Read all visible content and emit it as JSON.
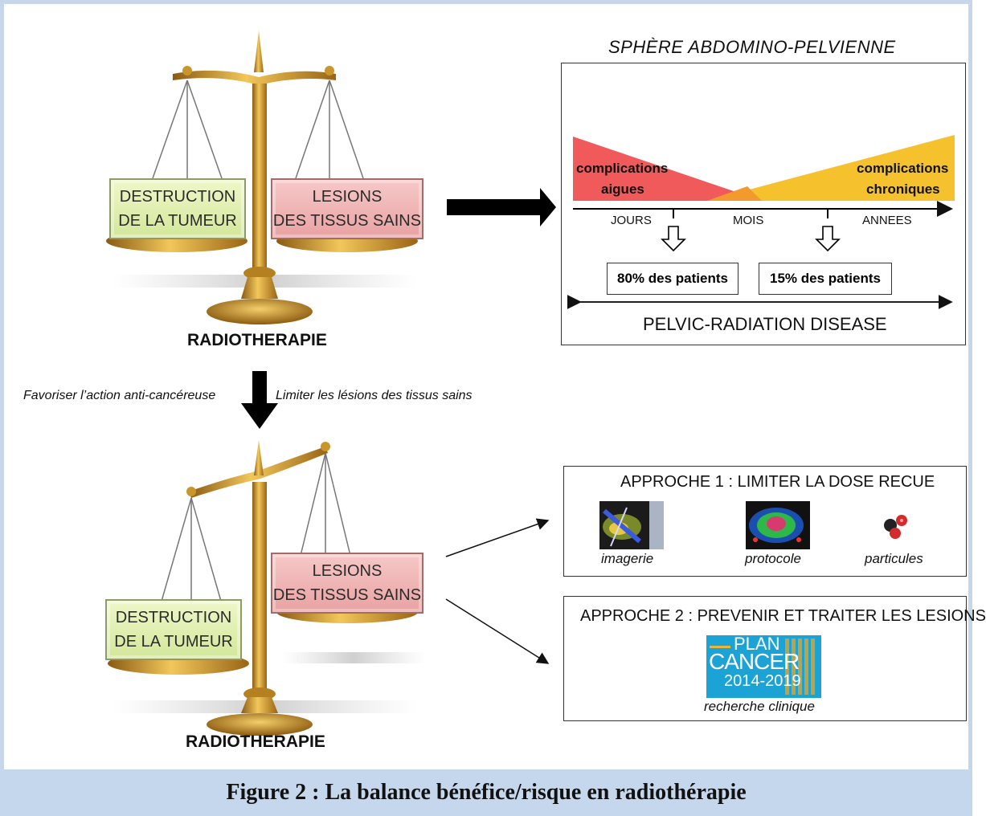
{
  "colors": {
    "frame": "#c7d7e9",
    "gold": "#c9962d",
    "green_plate": "#d9ea9f",
    "pink_plate": "#eba9a9",
    "acute": "#f05a5a",
    "chronic": "#f5c22e",
    "caption_bg": "#c5d7ec"
  },
  "top_scale": {
    "left_plate": {
      "line1": "DESTRUCTION",
      "line2": "DE LA TUMEUR"
    },
    "right_plate": {
      "line1": "LESIONS",
      "line2": "DES TISSUS SAINS"
    },
    "label": "RADIOTHERAPIE"
  },
  "timeline_panel": {
    "title": "SPHÈRE ABDOMINO-PELVIENNE",
    "acute_label": {
      "line1": "complications",
      "line2": "aigues"
    },
    "chronic_label": {
      "line1": "complications",
      "line2": "chroniques"
    },
    "axis_labels": [
      "JOURS",
      "MOIS",
      "ANNEES"
    ],
    "stat_left": "80% des patients",
    "stat_right": "15% des patients",
    "disease_label": "PELVIC-RADIATION DISEASE"
  },
  "middle": {
    "left_text": "Favoriser l’action anti-cancéreuse",
    "right_text": "Limiter les lésions des tissus sains"
  },
  "bottom_scale": {
    "left_plate": {
      "line1": "DESTRUCTION",
      "line2": "DE LA TUMEUR"
    },
    "right_plate": {
      "line1": "LESIONS",
      "line2": "DES TISSUS SAINS"
    },
    "label": "RADIOTHERAPIE"
  },
  "approach1": {
    "title": "APPROCHE 1 : LIMITER LA DOSE RECUE",
    "items": [
      "imagerie",
      "protocole",
      "particules"
    ]
  },
  "approach2": {
    "title": "APPROCHE 2 : PREVENIR ET TRAITER LES LESIONS",
    "logo_text": {
      "line1": "PLAN",
      "line2": "CANCER",
      "line3": "2014-2019"
    },
    "item": "recherche clinique"
  },
  "caption": "Figure 2 : La balance bénéfice/risque en radiothérapie"
}
